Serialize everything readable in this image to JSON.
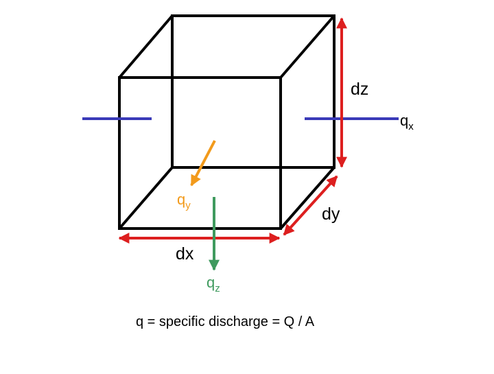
{
  "colors": {
    "cube": "#000000",
    "dimension": "#dd1f1f",
    "qx": "#3a3ab8",
    "qy": "#f29a1b",
    "qz": "#3f9a5e",
    "text": "#000000"
  },
  "labels": {
    "dz": "dz",
    "dy": "dy",
    "dx": "dx",
    "qx_main": "q",
    "qx_sub": "x",
    "qy_main": "q",
    "qy_sub": "y",
    "qz_main": "q",
    "qz_sub": "z"
  },
  "caption": "q = specific discharge = Q / A"
}
